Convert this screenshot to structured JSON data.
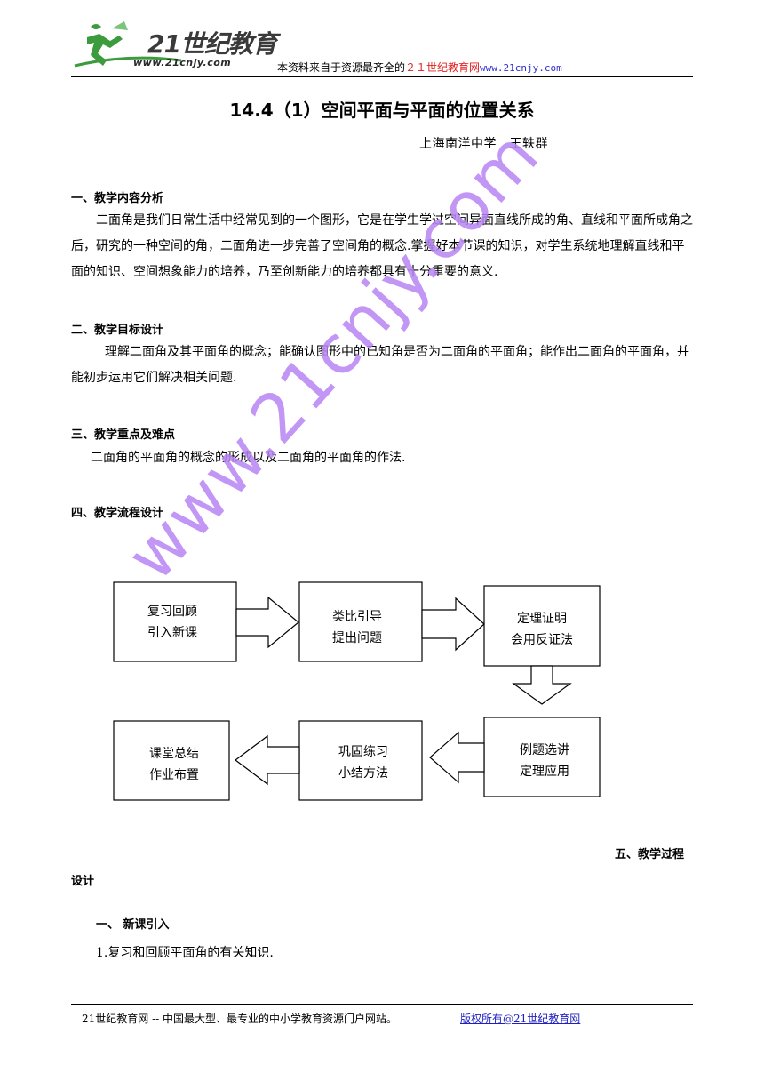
{
  "header": {
    "logo_text": "21世纪教育",
    "logo_url": "www.21cnjy.com",
    "note_prefix": "本资料来自于资源最齐全的",
    "note_red": "２１世纪教育网",
    "note_link": "www.21cnjy.com"
  },
  "title": "14.4（1）空间平面与平面的位置关系",
  "author": "上海南洋中学　王轶群",
  "sections": {
    "s1": {
      "heading": "一、教学内容分析",
      "text": "二面角是我们日常生活中经常见到的一个图形，它是在学生学过空间异面直线所成的角、直线和平面所成角之后，研究的一种空间的角，二面角进一步完善了空间角的概念.掌握好本节课的知识，对学生系统地理解直线和平面的知识、空间想象能力的培养，乃至创新能力的培养都具有十分重要的意义."
    },
    "s2": {
      "heading": "二、教学目标设计",
      "text": "理解二面角及其平面角的概念；能确认图形中的已知角是否为二面角的平面角；能作出二面角的平面角，并能初步运用它们解决相关问题."
    },
    "s3": {
      "heading": "三、教学重点及难点",
      "text": "二面角的平面角的概念的形成以及二面角的平面角的作法."
    },
    "s4": {
      "heading": "四、教学流程设计"
    },
    "s5": {
      "heading_a": "五、教学过程",
      "heading_b": "设计",
      "sub1": "一、  新课引入",
      "item1": "1.复习和回顾平面角的有关知识."
    }
  },
  "flow": {
    "box1": [
      "复习回顾",
      "引入新课"
    ],
    "box2": [
      "类比引导",
      "提出问题"
    ],
    "box3": [
      "定理证明",
      "会用反证法"
    ],
    "box4": [
      "例题选讲",
      "定理应用"
    ],
    "box5": [
      "巩固练习",
      "小结方法"
    ],
    "box6": [
      "课堂总结",
      "作业布置"
    ]
  },
  "watermark": "www.21cnjy.com",
  "footer": {
    "left": "21世纪教育网 -- 中国最大型、最专业的中小学教育资源门户网站。",
    "right": "版权所有@21世纪教育网"
  }
}
